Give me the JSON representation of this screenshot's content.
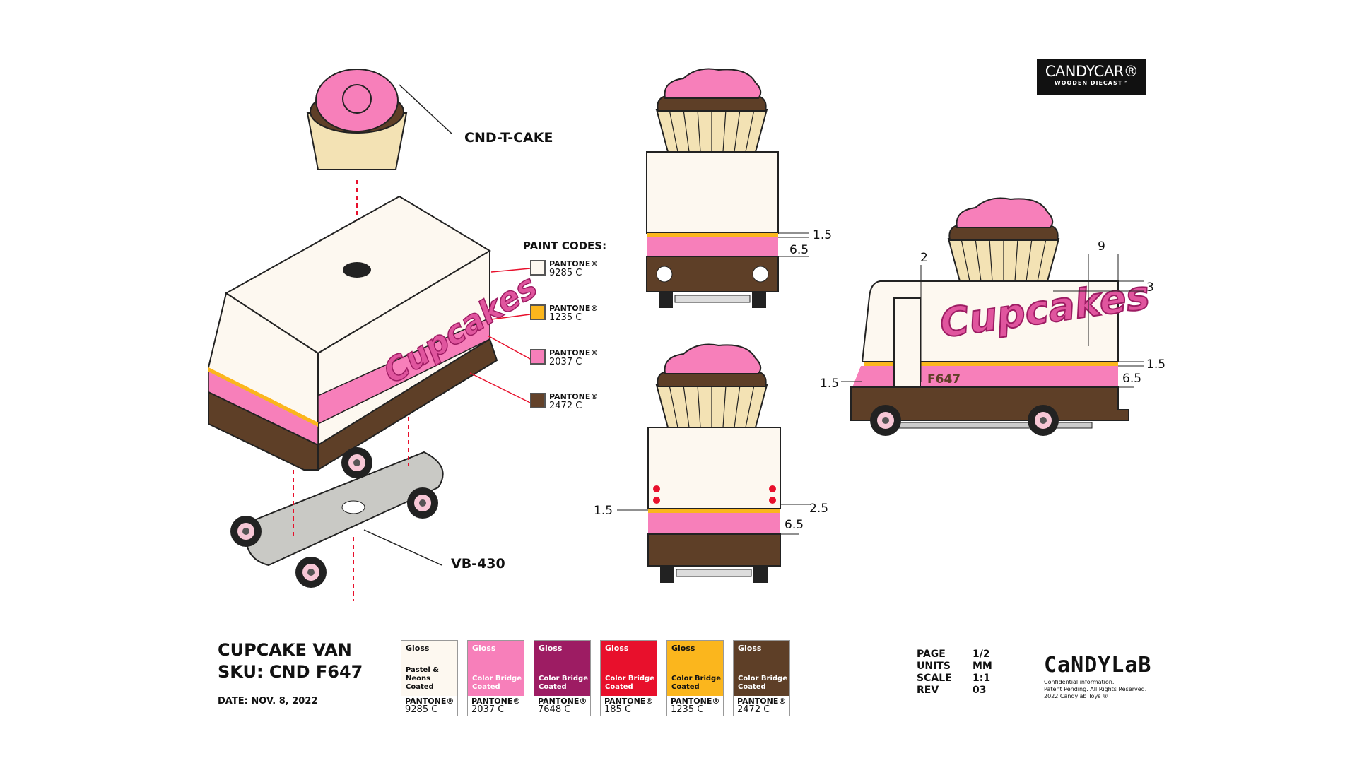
{
  "brand": {
    "logo_main": "CANDYCAR®",
    "logo_sub": "WOODEN DIECAST™"
  },
  "callouts": {
    "topper": "CND-T-CAKE",
    "base": "VB-430",
    "van_script": "Cupcakes",
    "side_code": "F647"
  },
  "paint_codes": {
    "title": "PAINT CODES:",
    "items": [
      {
        "brand": "PANTONE®",
        "code": "9285 C",
        "color": "#fdf8f0"
      },
      {
        "brand": "PANTONE®",
        "code": "1235 C",
        "color": "#fbb61d"
      },
      {
        "brand": "PANTONE®",
        "code": "2037 C",
        "color": "#f77fba"
      },
      {
        "brand": "PANTONE®",
        "code": "2472 C",
        "color": "#63422a"
      }
    ]
  },
  "dimensions": {
    "front": [
      "1.5",
      "6.5"
    ],
    "side": [
      "2",
      "9",
      "3",
      "1.5",
      "1.5",
      "6.5"
    ],
    "rear": [
      "1.5",
      "2.5",
      "6.5"
    ]
  },
  "product": {
    "name": "CUPCAKE VAN",
    "sku": "SKU: CND F647",
    "date": "DATE: NOV. 8, 2022"
  },
  "swatches": [
    {
      "finish": "Gloss",
      "type": "Pastel & Neons Coated",
      "brand": "PANTONE®",
      "code": "9285 C",
      "color": "#fdf8f0",
      "text": "#111"
    },
    {
      "finish": "Gloss",
      "type": "Color Bridge Coated",
      "brand": "PANTONE®",
      "code": "2037 C",
      "color": "#f77fba",
      "text": "#fff"
    },
    {
      "finish": "Gloss",
      "type": "Color Bridge Coated",
      "brand": "PANTONE®",
      "code": "7648 C",
      "color": "#9d1c63",
      "text": "#fff"
    },
    {
      "finish": "Gloss",
      "type": "Color Bridge Coated",
      "brand": "PANTONE®",
      "code": "185 C",
      "color": "#e8102c",
      "text": "#fff"
    },
    {
      "finish": "Gloss",
      "type": "Color Bridge Coated",
      "brand": "PANTONE®",
      "code": "1235 C",
      "color": "#fbb61d",
      "text": "#111"
    },
    {
      "finish": "Gloss",
      "type": "Color Bridge Coated",
      "brand": "PANTONE®",
      "code": "2472 C",
      "color": "#5e3f27",
      "text": "#fff"
    }
  ],
  "info": [
    {
      "k": "PAGE",
      "v": "1/2"
    },
    {
      "k": "UNITS",
      "v": "MM"
    },
    {
      "k": "SCALE",
      "v": "1:1"
    },
    {
      "k": "REV",
      "v": "03"
    }
  ],
  "company": {
    "name": "CaNDYLaB",
    "legal": [
      "Confidential information.",
      "Patent Pending. All Rights Reserved.",
      "2022 Candylab Toys ®"
    ]
  }
}
